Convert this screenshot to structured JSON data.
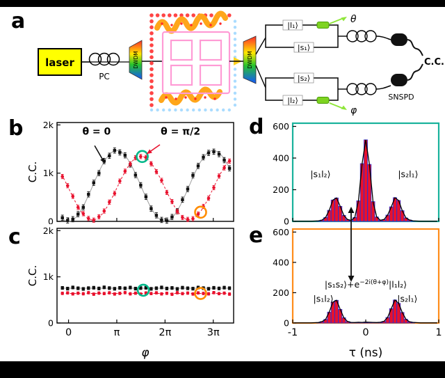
{
  "panels": {
    "a": "a",
    "b": "b",
    "c": "c",
    "d": "d",
    "e": "e"
  },
  "setup": {
    "laser": "laser",
    "pc": "PC",
    "dwdm_in": "DWDM",
    "dwdm_out": "DWDM",
    "state_l1": "|l₁⟩",
    "state_s1": "|s₁⟩",
    "state_s2": "|s₂⟩",
    "state_l2": "|l₂⟩",
    "theta": "θ",
    "phi": "φ",
    "snspd": "SNSPD",
    "cc": "C.C."
  },
  "panel_e_annotation": {
    "pre": "|s₁s₂⟩+e",
    "sup": "−2i(θ+φ)",
    "post": "|l₁l₂⟩"
  },
  "chart_data": [
    {
      "id": "b",
      "type": "scatter",
      "ylabel": "C.C.",
      "ylim": [
        0,
        2050
      ],
      "yticks": [
        0,
        1000,
        2000
      ],
      "ytick_labels": [
        "0",
        "1k",
        "2k"
      ],
      "xlim": [
        -0.75,
        10.75
      ],
      "xticks": [
        0,
        3.1416,
        6.2832,
        9.4248
      ],
      "x": [
        -0.4,
        -0.06,
        0.28,
        0.62,
        0.96,
        1.3,
        1.64,
        1.98,
        2.32,
        2.66,
        3.0,
        3.34,
        3.68,
        4.02,
        4.36,
        4.7,
        5.04,
        5.38,
        5.72,
        6.06,
        6.4,
        6.74,
        7.08,
        7.42,
        7.76,
        8.1,
        8.44,
        8.78,
        9.12,
        9.46,
        9.8,
        10.14,
        10.48
      ],
      "series": [
        {
          "name": "θ = 0",
          "color": "#111111",
          "marker": "square",
          "err": 55,
          "fit": {
            "c0": 735,
            "c1": -735,
            "c2": 0,
            "color": "#9e9e9e"
          },
          "values": [
            75,
            20,
            45,
            150,
            290,
            560,
            800,
            1000,
            1250,
            1360,
            1470,
            1430,
            1370,
            1180,
            960,
            750,
            510,
            265,
            125,
            30,
            15,
            90,
            210,
            450,
            670,
            955,
            1150,
            1330,
            1420,
            1445,
            1395,
            1270,
            1100
          ]
        },
        {
          "name": "θ = π/2",
          "color": "#e8112d",
          "marker": "circle",
          "err": 45,
          "fit": {
            "c0": 690,
            "c1": -660,
            "c2": 1.5708,
            "color": "#e8112d",
            "dash": "3,3"
          },
          "values": [
            930,
            740,
            520,
            290,
            160,
            60,
            25,
            95,
            215,
            400,
            580,
            835,
            1040,
            1190,
            1320,
            1345,
            1325,
            1195,
            1030,
            850,
            600,
            410,
            205,
            80,
            40,
            55,
            150,
            310,
            480,
            700,
            940,
            1110,
            1250
          ]
        }
      ],
      "markers": [
        {
          "color": "#00b88a",
          "x": 4.8,
          "y": 1345
        },
        {
          "color": "#ff8c00",
          "x": 8.6,
          "y": 190
        }
      ],
      "annotations": [
        {
          "text": "θ = 0",
          "color": "#111111",
          "tx": 0.9,
          "ty": 1800,
          "ax": 1.7,
          "ay": 1570,
          "bx": 2.35,
          "by": 1210
        },
        {
          "text": "θ = π/2",
          "color": "#e8112d",
          "tx": 6.0,
          "ty": 1800,
          "ax": 5.95,
          "ay": 1590,
          "bx": 5.1,
          "by": 1400
        }
      ]
    },
    {
      "id": "c",
      "type": "scatter",
      "ylabel": "C.C.",
      "xlabel": "φ",
      "xlabel_italic": true,
      "ylim": [
        0,
        2050
      ],
      "yticks": [
        0,
        1000,
        2000
      ],
      "ytick_labels": [
        "0",
        "1k",
        "2k"
      ],
      "xlim": [
        -0.75,
        10.75
      ],
      "xticks": [
        0,
        3.1416,
        6.2832,
        9.4248
      ],
      "xtick_labels": [
        "0",
        "π",
        "2π",
        "3π"
      ],
      "x": [
        -0.4,
        -0.06,
        0.28,
        0.62,
        0.96,
        1.3,
        1.64,
        1.98,
        2.32,
        2.66,
        3.0,
        3.34,
        3.68,
        4.02,
        4.36,
        4.7,
        5.04,
        5.38,
        5.72,
        6.06,
        6.4,
        6.74,
        7.08,
        7.42,
        7.76,
        8.1,
        8.44,
        8.78,
        9.12,
        9.46,
        9.8,
        10.14,
        10.48
      ],
      "series": [
        {
          "name": "θ = 0",
          "color": "#111111",
          "marker": "square",
          "err": 32,
          "fit": {
            "c0": 754,
            "c1": 0,
            "c2": 0,
            "color": "#9e9e9e"
          },
          "values": [
            760,
            745,
            770,
            752,
            738,
            755,
            764,
            748,
            772,
            756,
            742,
            760,
            751,
            768,
            745,
            757,
            763,
            740,
            753,
            770,
            747,
            759,
            738,
            765,
            752,
            744,
            768,
            755,
            741,
            762,
            749,
            766,
            754
          ]
        },
        {
          "name": "θ = π/2",
          "color": "#e8112d",
          "marker": "circle",
          "err": 28,
          "fit": {
            "c0": 641,
            "c1": 0,
            "c2": 0,
            "color": "#e8112d",
            "dash": "3,3"
          },
          "values": [
            642,
            652,
            630,
            646,
            634,
            656,
            624,
            648,
            638,
            654,
            628,
            642,
            658,
            632,
            646,
            626,
            650,
            638,
            654,
            630,
            644,
            622,
            656,
            636,
            648,
            628,
            652,
            640,
            632,
            658,
            636,
            646,
            626
          ]
        }
      ],
      "markers": [
        {
          "color": "#00b88a",
          "x": 4.87,
          "y": 710
        },
        {
          "color": "#ff8c00",
          "x": 8.6,
          "y": 640
        }
      ],
      "annotations": []
    },
    {
      "id": "d",
      "type": "hist",
      "border": "#18b29b",
      "bar_fill": "#e8112d",
      "bar_stroke": "#2730d8",
      "ylim": [
        0,
        620
      ],
      "yticks": [
        0,
        200,
        400,
        600
      ],
      "ytick_labels": [
        "0",
        "200",
        "400",
        "600"
      ],
      "xlim": [
        -1,
        1
      ],
      "xticks": [
        -1,
        0,
        1
      ],
      "tau": [
        -0.65,
        -0.6,
        -0.55,
        -0.5,
        -0.45,
        -0.4,
        -0.35,
        -0.3,
        -0.25,
        -0.2,
        -0.15,
        -0.1,
        -0.05,
        0,
        0.05,
        0.1,
        0.15,
        0.2,
        0.25,
        0.3,
        0.35,
        0.4,
        0.45,
        0.5,
        0.55,
        0.6,
        0.65
      ],
      "counts": [
        3,
        8,
        25,
        70,
        135,
        148,
        95,
        38,
        12,
        6,
        25,
        130,
        365,
        515,
        360,
        125,
        28,
        7,
        12,
        40,
        92,
        150,
        132,
        68,
        22,
        9,
        3
      ],
      "labels": [
        {
          "text": "|s₁l₂⟩",
          "x": -0.62,
          "y": 280
        },
        {
          "text": "|s₂l₁⟩",
          "x": 0.58,
          "y": 280
        }
      ]
    },
    {
      "id": "e",
      "type": "hist",
      "border": "#ff8c1a",
      "bar_fill": "#e8112d",
      "bar_stroke": "#2730d8",
      "xlabel": "τ (ns)",
      "xlabel_italic": false,
      "ylim": [
        0,
        620
      ],
      "yticks": [
        0,
        200,
        400,
        600
      ],
      "ytick_labels": [
        "0",
        "200",
        "400",
        "600"
      ],
      "xlim": [
        -1,
        1
      ],
      "xticks": [
        -1,
        0,
        1
      ],
      "xtick_labels": [
        "-1",
        "0",
        "1"
      ],
      "tau": [
        -0.65,
        -0.6,
        -0.55,
        -0.5,
        -0.45,
        -0.4,
        -0.35,
        -0.3,
        -0.25,
        -0.2,
        -0.15,
        -0.1,
        -0.05,
        0,
        0.05,
        0.1,
        0.15,
        0.2,
        0.25,
        0.3,
        0.35,
        0.4,
        0.45,
        0.5,
        0.55,
        0.6,
        0.65
      ],
      "counts": [
        3,
        9,
        24,
        72,
        138,
        150,
        90,
        35,
        10,
        4,
        3,
        5,
        4,
        6,
        5,
        4,
        3,
        5,
        11,
        37,
        95,
        152,
        130,
        70,
        25,
        8,
        4
      ],
      "labels": [
        {
          "text": "|s₁l₂⟩",
          "x": -0.58,
          "y": 140
        },
        {
          "text": "|s₂l₁⟩",
          "x": 0.57,
          "y": 140
        }
      ]
    }
  ]
}
